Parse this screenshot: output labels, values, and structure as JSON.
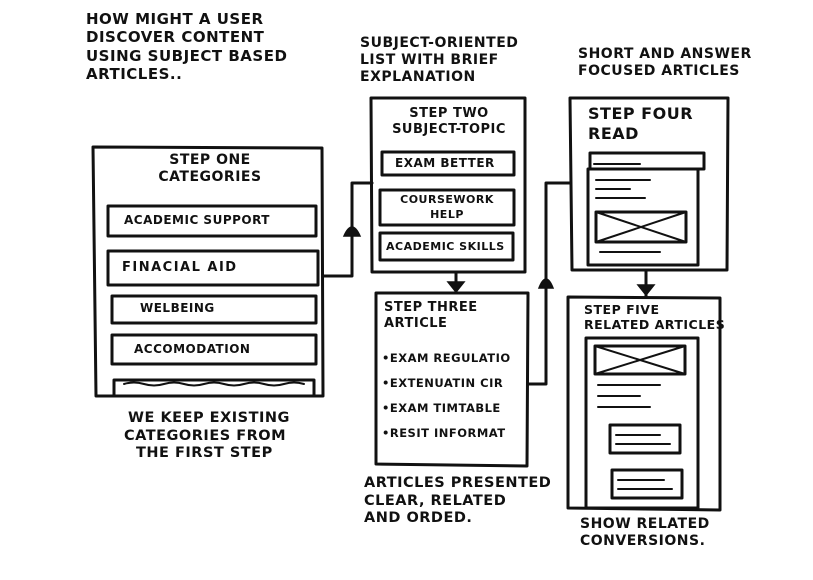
{
  "intro": [
    "HOW MIGHT A USER",
    "DISCOVER CONTENT",
    "USING SUBJECT BASED",
    "ARTICLES.."
  ],
  "step_one": {
    "title": [
      "STEP ONE",
      "CATEGORIES"
    ],
    "items": [
      "ACADEMIC SUPPORT",
      "FINACIAL AID",
      "WELBEING",
      "ACCOMODATION"
    ]
  },
  "note_one": [
    "WE KEEP EXISTING",
    "CATEGORIES FROM",
    "THE FIRST STEP"
  ],
  "note_two_top": [
    "SUBJECT-ORIENTED",
    "LIST WITH BRIEF",
    "EXPLANATION"
  ],
  "step_two": {
    "title": [
      "STEP TWO",
      "SUBJECT-TOPIC"
    ],
    "items": [
      "EXAM BETTER",
      "COURSEWORK HELP",
      "ACADEMIC SKILLS"
    ]
  },
  "step_three": {
    "title": [
      "STEP THREE",
      "ARTICLE"
    ],
    "items": [
      "•EXAM REGULATIO",
      "•EXTENUATIN CIR",
      "•EXAM TIMTABLE",
      "•RESIT INFORMAT"
    ]
  },
  "note_three": [
    "ARTICLES PRESENTED",
    "CLEAR, RELATED",
    "AND ORDED."
  ],
  "note_four_top": [
    "SHORT AND ANSWER",
    "FOCUSED ARTICLES"
  ],
  "step_four": {
    "title": [
      "STEP FOUR",
      "READ"
    ]
  },
  "step_five": {
    "title": [
      "STEP FIVE",
      "RELATED ARTICLES"
    ]
  },
  "note_five": [
    "SHOW RELATED",
    "CONVERSIONS."
  ]
}
